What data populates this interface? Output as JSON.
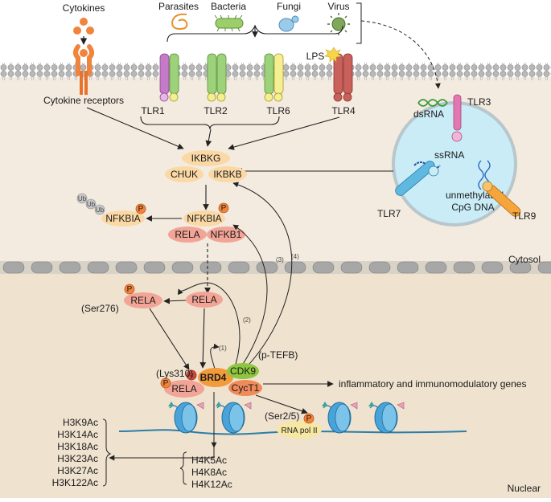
{
  "pathogens": {
    "cytokines": "Cytokines",
    "parasites": "Parasites",
    "bacteria": "Bacteria",
    "fungi": "Fungi",
    "virus": "Virus"
  },
  "receptors": {
    "cytokine_receptors": "Cytokine receptors",
    "tlr1": "TLR1",
    "tlr2": "TLR2",
    "tlr6": "TLR6",
    "tlr4": "TLR4",
    "lps": "LPS",
    "tlr3": "TLR3",
    "dsrna": "dsRNA",
    "ssrna": "ssRNA",
    "tlr7": "TLR7",
    "tlr9": "TLR9",
    "unmethylated": "unmethylated",
    "cpg_dna": "CpG DNA"
  },
  "complex": {
    "ikbkg": "IKBKG",
    "chuk": "CHUK",
    "ikbkb": "IKBKB"
  },
  "nfkb": {
    "nfkbia": "NFKBIA",
    "nfkbia_deg": "NFKBIA",
    "rela": "RELA",
    "nfkb1": "NFKB1",
    "ub": "Ub",
    "p": "P"
  },
  "compartments": {
    "cytosol": "Cytosol",
    "nuclear": "Nuclear"
  },
  "nucleus": {
    "ser276": "(Ser276)",
    "rela_p": "RELA",
    "rela": "RELA",
    "lys310": "(Lys310)",
    "ac": "Ac",
    "brd4": "BRD4",
    "rela_bound": "RELA",
    "cdk9": "CDK9",
    "cyct1": "CycT1",
    "ptefb": "(p-TEFB)",
    "ser25": "(Ser2/5)",
    "rnapol": "RNA pol II",
    "genes": "inflammatory and immunomodulatory genes",
    "step1": "(1)",
    "step2": "(2)",
    "step3": "(3)",
    "step4": "(4)"
  },
  "histones_h3": [
    "H3K9Ac",
    "H3K14Ac",
    "H3K18Ac",
    "H3K23Ac",
    "H3K27Ac",
    "H3K122Ac"
  ],
  "histones_h4": [
    "H4K5Ac",
    "H4K8Ac",
    "H4K12Ac"
  ],
  "colors": {
    "membrane": "#bdbdbd",
    "cytosol": "#f3ebdf",
    "nucleus": "#efe2cf",
    "ikk": "#fbd9a6",
    "rela": "#f2a597",
    "brd4": "#f39a3a",
    "cdk9": "#8dc63f",
    "cyct1": "#f08a5a",
    "rnapol": "#f6e7a2",
    "endosome": "#c9ecf7",
    "nucleosome": "#4aa3d8"
  }
}
